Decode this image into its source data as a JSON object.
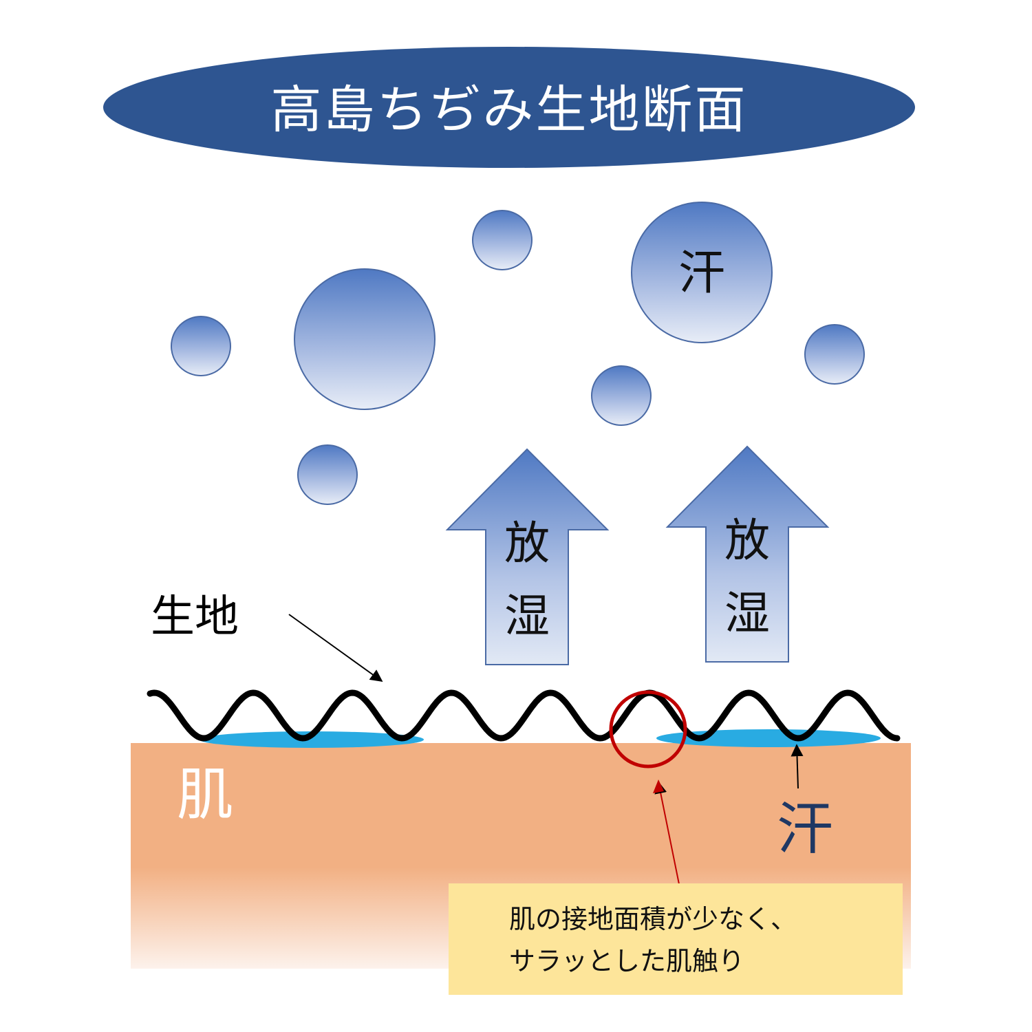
{
  "title": "高島ちぢみ生地断面",
  "droplet_label": "汗",
  "arrows": [
    {
      "line1": "放",
      "line2": "湿"
    },
    {
      "line1": "放",
      "line2": "湿"
    }
  ],
  "fabric_label": "生地",
  "skin_label": "肌",
  "sweat_label": "汗",
  "note": {
    "line1": "肌の接地面積が少なく、",
    "line2": "サラッとした肌触り"
  },
  "colors": {
    "title_bg": "#2e5591",
    "droplet_top": "#4f79c3",
    "droplet_bottom": "#e6ecf7",
    "droplet_border": "#4a6aa5",
    "skin": "#f2b083",
    "sweat_film": "#29abe2",
    "highlight_ring": "#c00000",
    "note_bg": "#fde59a",
    "sweat_text": "#1f3864"
  }
}
